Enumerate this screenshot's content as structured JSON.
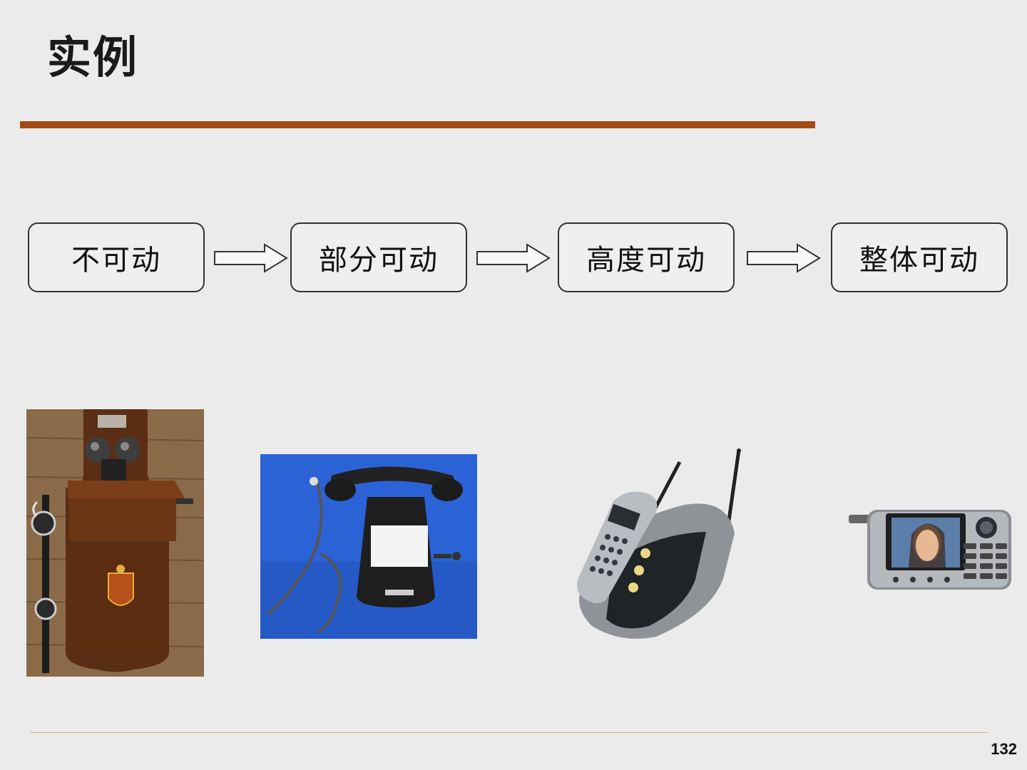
{
  "slide": {
    "title": "实例",
    "page_number": "132"
  },
  "stages": [
    {
      "label": "不可动"
    },
    {
      "label": "部分可动"
    },
    {
      "label": "高度可动"
    },
    {
      "label": "整体可动"
    }
  ],
  "photos": [
    {
      "icon": "wall-crank-telephone-photo"
    },
    {
      "icon": "desk-rotary-telephone-photo"
    },
    {
      "icon": "cordless-telephone-photo"
    },
    {
      "icon": "mobile-phone-photo"
    }
  ],
  "colors": {
    "background": "#ebebeb",
    "title_rule": "#a34a18",
    "box_border": "#333333",
    "footer_rule": "#c9b88a"
  }
}
